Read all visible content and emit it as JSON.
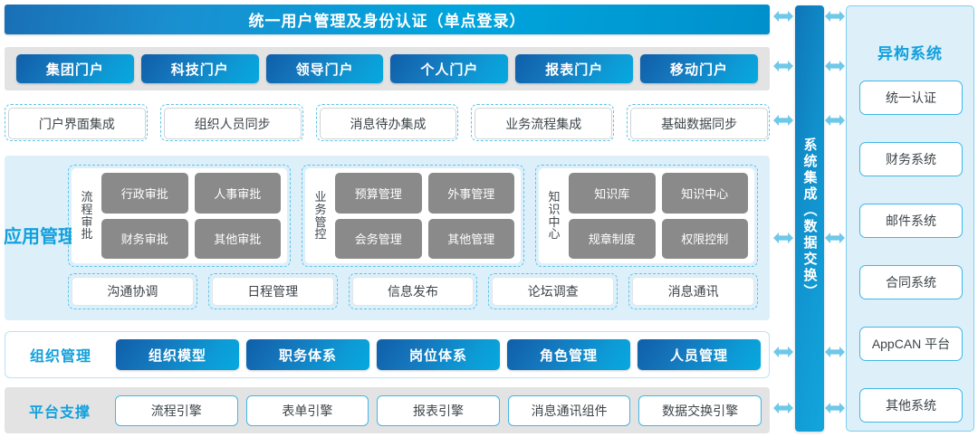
{
  "colors": {
    "accent_blue": "#12a0dc",
    "deep_blue": "#0f5fa8",
    "cyan_border": "#3fb7e6",
    "panel_bg": "#ddf0fa",
    "grey_bg": "#e3e3e3",
    "grey_cell": "#8a8a8a",
    "arrow": "#6ec8e8"
  },
  "header": {
    "title": "统一用户管理及身份认证（单点登录）"
  },
  "portals": {
    "items": [
      {
        "label": "集团门户"
      },
      {
        "label": "科技门户"
      },
      {
        "label": "领导门户"
      },
      {
        "label": "个人门户"
      },
      {
        "label": "报表门户"
      },
      {
        "label": "移动门户"
      }
    ]
  },
  "integration_items": {
    "items": [
      {
        "label": "门户界面集成"
      },
      {
        "label": "组织人员同步"
      },
      {
        "label": "消息待办集成"
      },
      {
        "label": "业务流程集成"
      },
      {
        "label": "基础数据同步"
      }
    ]
  },
  "app_management": {
    "label": "应用管理",
    "groups": [
      {
        "title": "流程审批",
        "cells": [
          "行政审批",
          "人事审批",
          "财务审批",
          "其他审批"
        ]
      },
      {
        "title": "业务管控",
        "cells": [
          "预算管理",
          "外事管理",
          "会务管理",
          "其他管理"
        ]
      },
      {
        "title": "知识中心",
        "cells": [
          "知识库",
          "知识中心",
          "规章制度",
          "权限控制"
        ]
      }
    ],
    "bottom_items": [
      {
        "label": "沟通协调"
      },
      {
        "label": "日程管理"
      },
      {
        "label": "信息发布"
      },
      {
        "label": "论坛调查"
      },
      {
        "label": "消息通讯"
      }
    ]
  },
  "org_management": {
    "label": "组织管理",
    "items": [
      {
        "label": "组织模型"
      },
      {
        "label": "职务体系"
      },
      {
        "label": "岗位体系"
      },
      {
        "label": "角色管理"
      },
      {
        "label": "人员管理"
      }
    ]
  },
  "platform_support": {
    "label": "平台支撑",
    "items": [
      {
        "label": "流程引擎"
      },
      {
        "label": "表单引擎"
      },
      {
        "label": "报表引擎"
      },
      {
        "label": "消息通讯组件"
      },
      {
        "label": "数据交换引擎"
      }
    ]
  },
  "system_integration": {
    "label": "系统集成（数据交换）"
  },
  "hetero_systems": {
    "title": "异构系统",
    "items": [
      {
        "label": "统一认证"
      },
      {
        "label": "财务系统"
      },
      {
        "label": "邮件系统"
      },
      {
        "label": "合同系统"
      },
      {
        "label": "AppCAN 平台"
      },
      {
        "label": "其他系统"
      }
    ]
  }
}
